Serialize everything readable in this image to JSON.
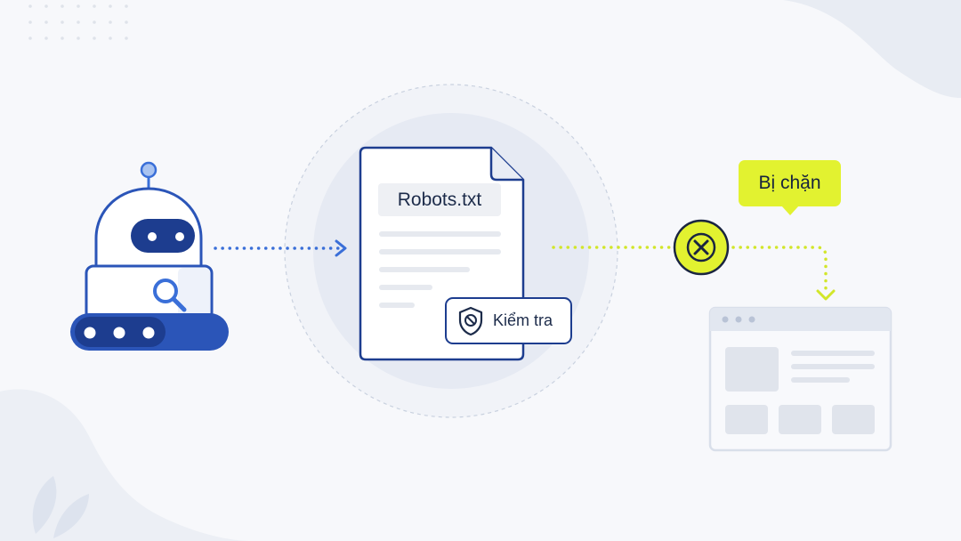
{
  "document": {
    "title": "Robots.txt",
    "check_badge": {
      "label": "Kiểm tra",
      "icon": "shield-block-icon"
    }
  },
  "blocked_bubble": {
    "label": "Bị chặn"
  },
  "crawler": {
    "icon": "robot-search-icon"
  },
  "block_marker": {
    "icon": "close-icon"
  },
  "webpage": {
    "icon": "browser-window-icon"
  },
  "colors": {
    "primary_blue": "#1d3d8f",
    "accent_blue": "#3a6fd8",
    "accent_lime": "#e2f230",
    "outline_light": "#cfd6e4"
  }
}
